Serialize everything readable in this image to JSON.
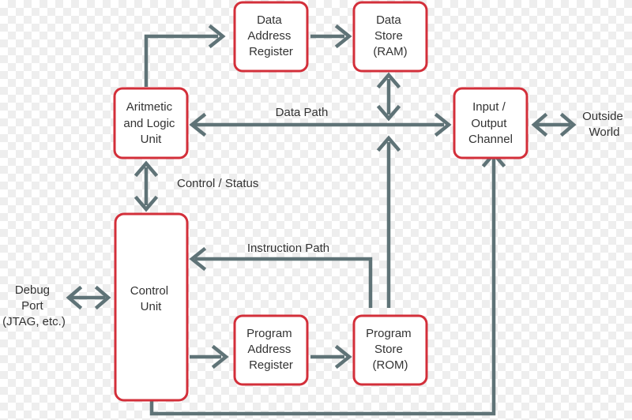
{
  "colors": {
    "box_border": "#d32f3a",
    "arrow": "#5f7377",
    "text": "#333333"
  },
  "nodes": {
    "dar": [
      "Data",
      "Address",
      "Register"
    ],
    "ds": [
      "Data",
      "Store",
      "(RAM)"
    ],
    "alu": [
      "Aritmetic",
      "and Logic",
      "Unit"
    ],
    "io": [
      "Input /",
      "Output",
      "Channel"
    ],
    "cu": [
      "Control",
      "Unit"
    ],
    "par": [
      "Program",
      "Address",
      "Register"
    ],
    "ps": [
      "Program",
      "Store",
      "(ROM)"
    ]
  },
  "labels": {
    "data_path": "Data Path",
    "control_status": "Control / Status",
    "instruction_path": "Instruction Path",
    "outside_world": [
      "Outside",
      "World"
    ],
    "debug_port": [
      "Debug",
      "Port",
      "(JTAG, etc.)"
    ]
  }
}
